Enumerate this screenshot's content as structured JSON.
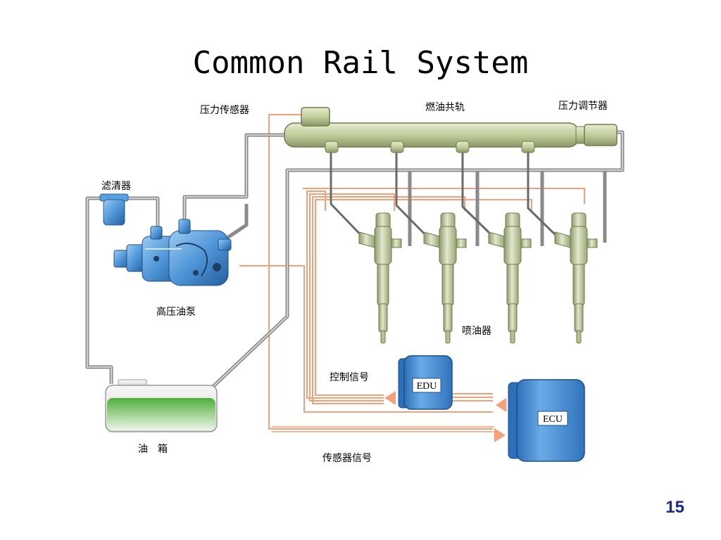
{
  "slide": {
    "title": "Common Rail System",
    "page_number": "15"
  },
  "labels": {
    "pressure_sensor": "压力传感器",
    "fuel_rail": "燃油共轨",
    "pressure_regulator": "压力调节器",
    "filter": "滤清器",
    "high_pressure_pump": "高压油泵",
    "injector": "喷油器",
    "control_signal": "控制信号",
    "sensor_signal": "传感器信号",
    "fuel_tank": "油　箱"
  },
  "units": {
    "edu": "EDU",
    "ecu": "ECU"
  },
  "colors": {
    "signal_line": "#f4a07a",
    "fuel_line": "#7a7a7a",
    "rail_body": "#c9d2a6",
    "injector_body": "#bfcaa0",
    "pump_body": "#4f96d8",
    "control_unit": "#4a90d9",
    "fuel_level": "#3a9a2a",
    "page_number": "#1a2a8a"
  }
}
